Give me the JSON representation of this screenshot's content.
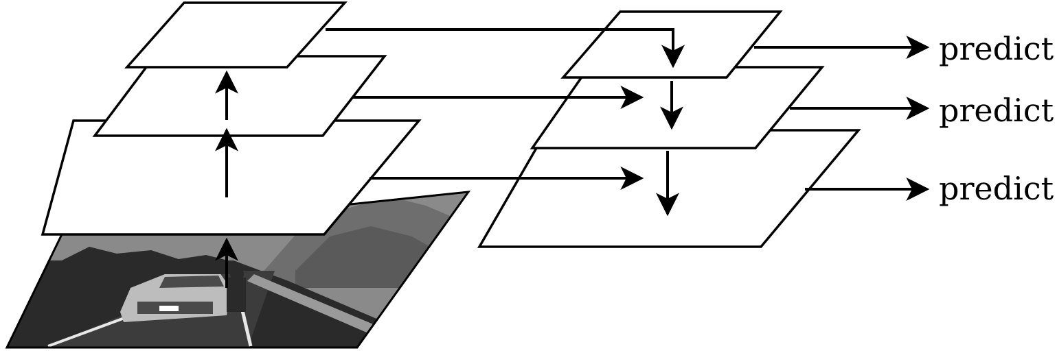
{
  "diagram": {
    "colors": {
      "stroke": "#000000",
      "layer_fill": "#ffffff",
      "sky": "#8a8a8a",
      "hills": "#6e6e6e",
      "road": "#3c3c3c",
      "grass": "#2a2a2a",
      "car": "#bdbdbd",
      "road_line": "#e8e8e8"
    },
    "outputs": [
      {
        "label": "predict"
      },
      {
        "label": "predict"
      },
      {
        "label": "predict"
      }
    ],
    "input_image": {
      "subject": "road-scene-with-car"
    }
  }
}
